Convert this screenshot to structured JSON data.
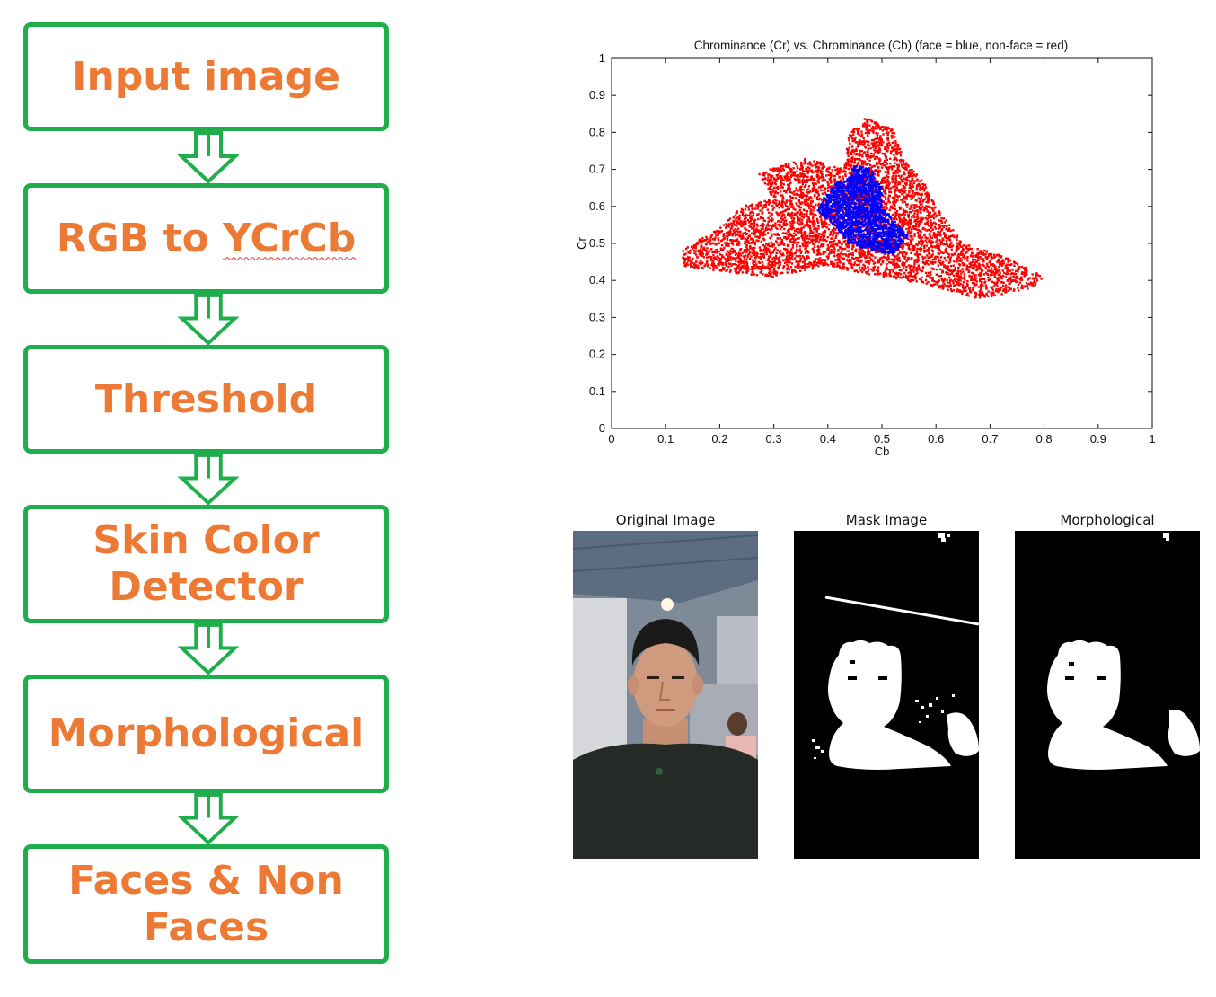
{
  "flowchart": {
    "steps": [
      {
        "lines": [
          "Input image"
        ]
      },
      {
        "lines": [
          "RGB to ",
          "YCrCb"
        ]
      },
      {
        "lines": [
          "Threshold"
        ]
      },
      {
        "lines": [
          "Skin Color",
          "Detector"
        ]
      },
      {
        "lines": [
          "Morphological"
        ]
      },
      {
        "lines": [
          "Faces & Non",
          "Faces"
        ]
      }
    ],
    "colors": {
      "border": "#1fae4b",
      "text": "#ec7a35"
    }
  },
  "chart_data": {
    "type": "scatter",
    "title": "Chrominance (Cr) vs. Chrominance (Cb) (face = blue, non-face = red)",
    "xlabel": "Cb",
    "ylabel": "Cr",
    "xlim": [
      0,
      1
    ],
    "ylim": [
      0,
      1
    ],
    "xticks": [
      "0",
      "0.1",
      "0.2",
      "0.3",
      "0.4",
      "0.5",
      "0.6",
      "0.7",
      "0.8",
      "0.9",
      "1"
    ],
    "yticks": [
      "0",
      "0.1",
      "0.2",
      "0.3",
      "0.4",
      "0.5",
      "0.6",
      "0.7",
      "0.8",
      "0.9",
      "1"
    ],
    "series": [
      {
        "color": "#ff0000",
        "description": "non-face",
        "region_polygon": [
          [
            0.13,
            0.48
          ],
          [
            0.16,
            0.51
          ],
          [
            0.2,
            0.54
          ],
          [
            0.24,
            0.6
          ],
          [
            0.3,
            0.62
          ],
          [
            0.27,
            0.69
          ],
          [
            0.36,
            0.73
          ],
          [
            0.43,
            0.7
          ],
          [
            0.44,
            0.8
          ],
          [
            0.47,
            0.84
          ],
          [
            0.52,
            0.81
          ],
          [
            0.54,
            0.73
          ],
          [
            0.58,
            0.66
          ],
          [
            0.6,
            0.6
          ],
          [
            0.65,
            0.5
          ],
          [
            0.72,
            0.47
          ],
          [
            0.8,
            0.41
          ],
          [
            0.78,
            0.38
          ],
          [
            0.68,
            0.35
          ],
          [
            0.58,
            0.39
          ],
          [
            0.5,
            0.41
          ],
          [
            0.46,
            0.42
          ],
          [
            0.4,
            0.44
          ],
          [
            0.3,
            0.41
          ],
          [
            0.22,
            0.42
          ],
          [
            0.13,
            0.44
          ]
        ]
      },
      {
        "color": "#0000ff",
        "description": "face",
        "region_polygon": [
          [
            0.39,
            0.61
          ],
          [
            0.41,
            0.66
          ],
          [
            0.44,
            0.68
          ],
          [
            0.45,
            0.71
          ],
          [
            0.48,
            0.7
          ],
          [
            0.5,
            0.65
          ],
          [
            0.5,
            0.6
          ],
          [
            0.53,
            0.55
          ],
          [
            0.55,
            0.52
          ],
          [
            0.52,
            0.47
          ],
          [
            0.48,
            0.48
          ],
          [
            0.44,
            0.5
          ],
          [
            0.41,
            0.55
          ],
          [
            0.38,
            0.59
          ]
        ]
      }
    ]
  },
  "images": {
    "original": {
      "title": "Original Image"
    },
    "mask": {
      "title": "Mask Image"
    },
    "morph": {
      "title": "Morphological"
    }
  }
}
